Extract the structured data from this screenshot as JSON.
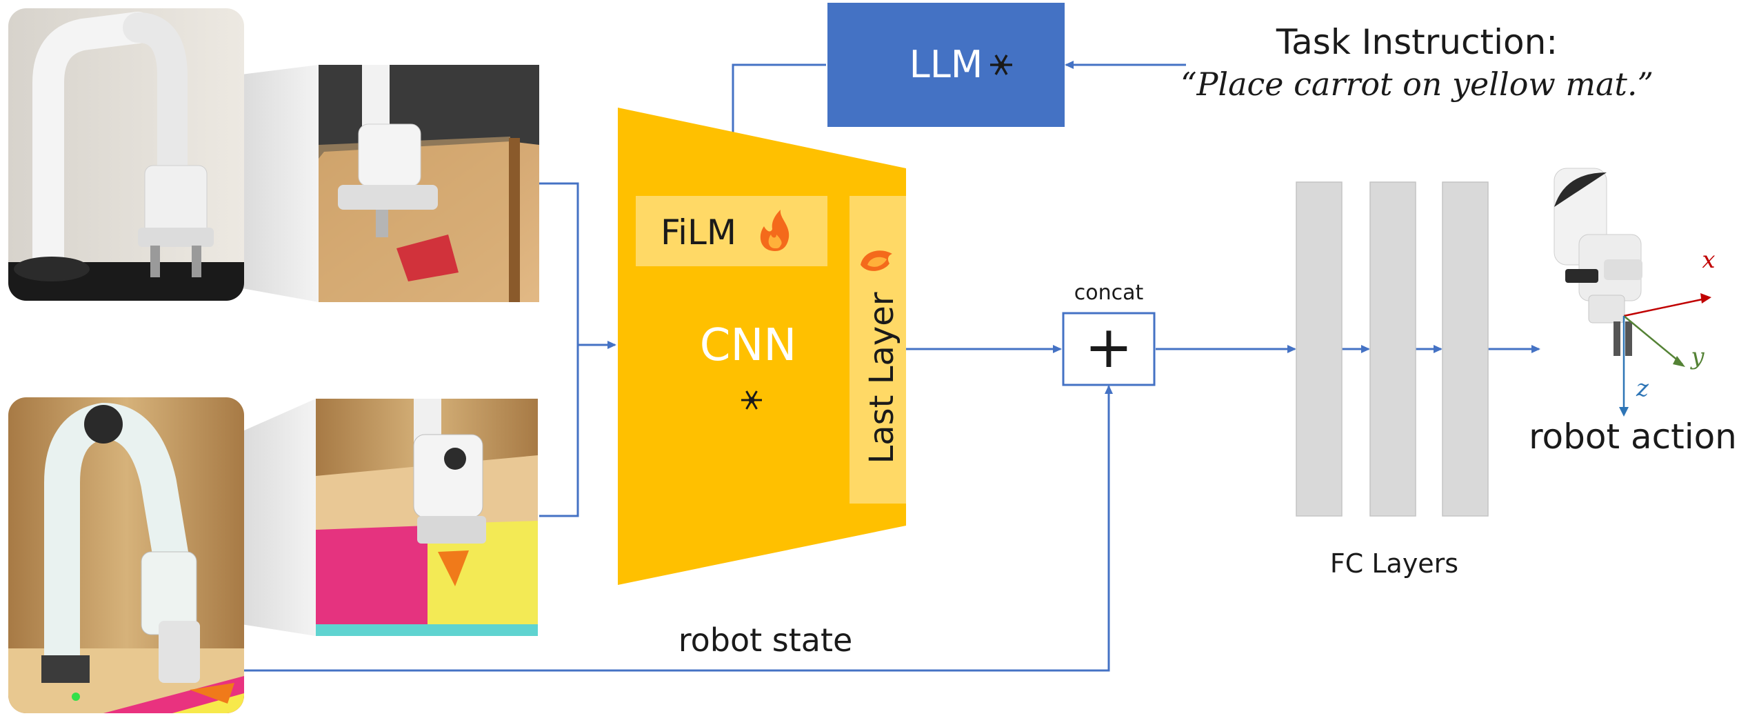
{
  "task": {
    "title": "Task Instruction:",
    "instruction": "“Place carrot on yellow mat.”"
  },
  "llm": {
    "label": "LLM",
    "state_icon": "snowflake-icon"
  },
  "film": {
    "label": "FiLM",
    "state_icon": "flame-icon"
  },
  "cnn": {
    "label": "CNN",
    "state_icon": "snowflake-icon"
  },
  "last_layer": {
    "label": "Last Layer",
    "state_icon": "flame-icon"
  },
  "concat": {
    "label": "concat",
    "symbol": "+"
  },
  "fc": {
    "label": "FC Layers",
    "count": 3
  },
  "robot_state": {
    "label": "robot state"
  },
  "robot_action": {
    "label": "robot action",
    "axes": {
      "x": "x",
      "y": "y",
      "z": "z"
    }
  },
  "colors": {
    "arrow": "#4472c4",
    "llm_box": "#4472c4",
    "cnn_body": "#ffc000",
    "film_box": "#ffd966",
    "fc_layer": "#d9d9d9",
    "axis_x": "#c00000",
    "axis_y": "#548235",
    "axis_z": "#2e75b6"
  }
}
